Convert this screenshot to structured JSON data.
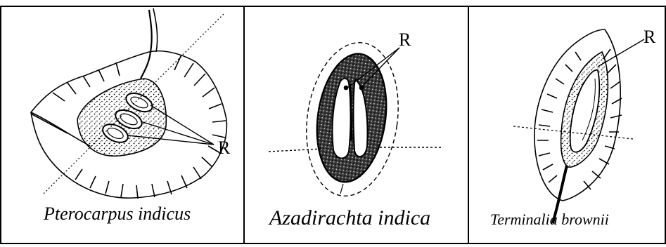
{
  "panels": [
    {
      "species": "Pterocarpus indicus",
      "marker": "R"
    },
    {
      "species": "Azadirachta indica",
      "marker": "R"
    },
    {
      "species": "Terminalia brownii",
      "marker": "R"
    }
  ],
  "colors": {
    "ink": "#000000",
    "background": "#ffffff"
  }
}
